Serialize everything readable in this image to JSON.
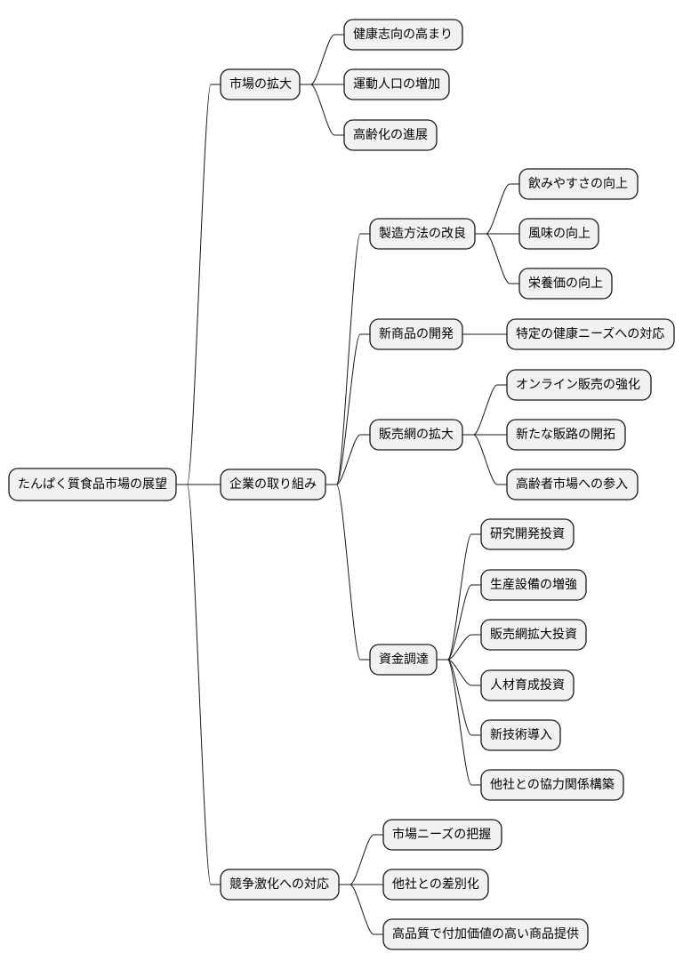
{
  "mindmap": {
    "root": {
      "label": "たんぱく質食品市場の展望"
    },
    "branches": [
      {
        "label": "市場の拡大",
        "children": [
          {
            "label": "健康志向の高まり"
          },
          {
            "label": "運動人口の増加"
          },
          {
            "label": "高齢化の進展"
          }
        ]
      },
      {
        "label": "企業の取り組み",
        "children": [
          {
            "label": "製造方法の改良",
            "children": [
              {
                "label": "飲みやすさの向上"
              },
              {
                "label": "風味の向上"
              },
              {
                "label": "栄養価の向上"
              }
            ]
          },
          {
            "label": "新商品の開発",
            "children": [
              {
                "label": "特定の健康ニーズへの対応"
              }
            ]
          },
          {
            "label": "販売網の拡大",
            "children": [
              {
                "label": "オンライン販売の強化"
              },
              {
                "label": "新たな販路の開拓"
              },
              {
                "label": "高齢者市場への参入"
              }
            ]
          },
          {
            "label": "資金調達",
            "children": [
              {
                "label": "研究開発投資"
              },
              {
                "label": "生産設備の増強"
              },
              {
                "label": "販売網拡大投資"
              },
              {
                "label": "人材育成投資"
              },
              {
                "label": "新技術導入"
              },
              {
                "label": "他社との協力関係構築"
              }
            ]
          }
        ]
      },
      {
        "label": "競争激化への対応",
        "children": [
          {
            "label": "市場ニーズの把握"
          },
          {
            "label": "他社との差別化"
          },
          {
            "label": "高品質で付加価値の高い商品提供"
          }
        ]
      }
    ]
  }
}
